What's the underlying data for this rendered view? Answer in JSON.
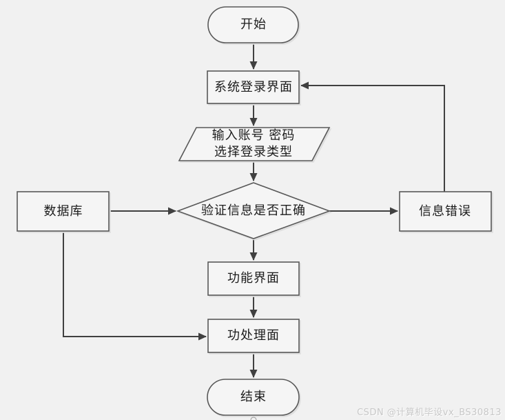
{
  "canvas": {
    "background": "#f1f1f1",
    "shape_fill": "#f5f5f5",
    "shape_border_color": "#585858",
    "connector_color": "#404040"
  },
  "flowchart": {
    "nodes": {
      "start": {
        "type": "terminator",
        "label": "开始"
      },
      "login": {
        "type": "process",
        "label": "系统登录界面"
      },
      "input": {
        "type": "io",
        "lines": [
          "输入账号 密码",
          "选择登录类型"
        ]
      },
      "verify": {
        "type": "decision",
        "label": "验证信息是否正确"
      },
      "database": {
        "type": "process",
        "label": "数据库"
      },
      "error": {
        "type": "process",
        "label": "信息错误"
      },
      "function": {
        "type": "process",
        "label": "功能界面"
      },
      "process": {
        "type": "process",
        "label": "功处理面"
      },
      "end": {
        "type": "terminator",
        "label": "结束"
      }
    },
    "edges": [
      {
        "from": "start",
        "to": "login"
      },
      {
        "from": "login",
        "to": "input"
      },
      {
        "from": "input",
        "to": "verify"
      },
      {
        "from": "database",
        "to": "verify"
      },
      {
        "from": "verify",
        "to": "error"
      },
      {
        "from": "verify",
        "to": "function"
      },
      {
        "from": "error",
        "to": "login"
      },
      {
        "from": "function",
        "to": "process"
      },
      {
        "from": "database",
        "to": "process"
      },
      {
        "from": "process",
        "to": "end"
      }
    ]
  },
  "watermark": {
    "text": "CSDN @计算机毕设vx_BS30813",
    "color": "#c8c8c8"
  }
}
